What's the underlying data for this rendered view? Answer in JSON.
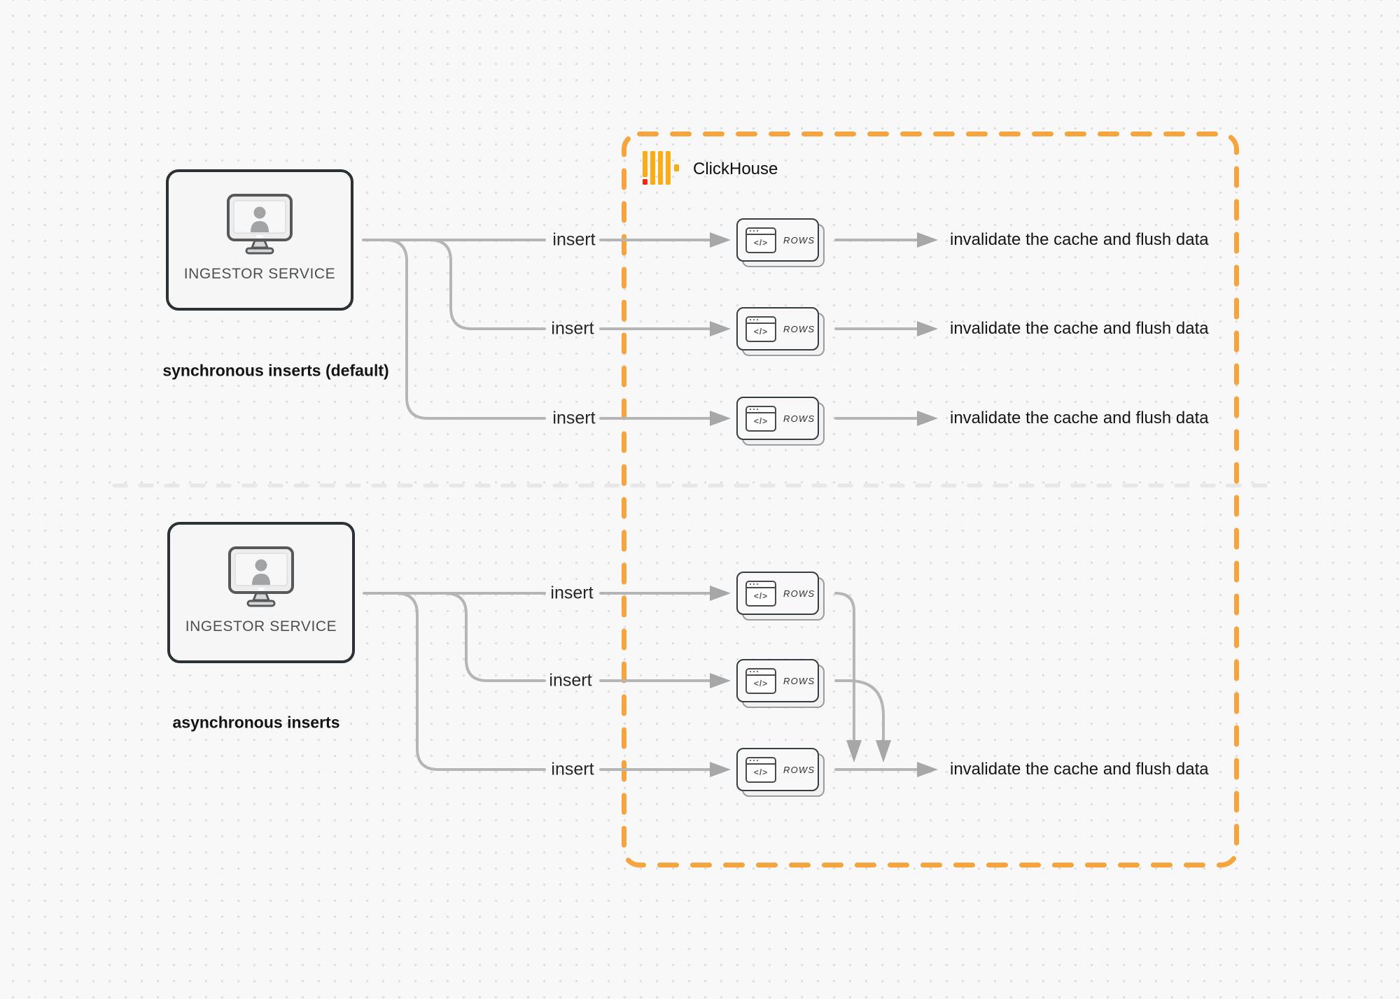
{
  "title": "ClickHouse synchronous vs asynchronous inserts diagram",
  "colors": {
    "background": "#f8f8f8",
    "dot_grid": "#e0e0e1",
    "boundary_orange": "#f6a53e",
    "logo_amber": "#faad19",
    "logo_red": "#f4270e",
    "connector_gray": "#b5b5b6",
    "arrowhead_gray": "#a7a7a8",
    "node_border_dark": "#2b3135",
    "divider_gray": "#e7e7e7",
    "text_dark": "#161616"
  },
  "clickhouse": {
    "wordmark": "ClickHouse"
  },
  "ingestor": {
    "label": "INGESTOR SERVICE"
  },
  "captions": {
    "sync": "synchronous inserts (default)",
    "async": "asynchronous inserts"
  },
  "edge_labels": {
    "insert": "insert"
  },
  "rows_node": {
    "label": "ROWS",
    "code_glyph": "</>"
  },
  "outcomes": {
    "invalidate": "invalidate the cache and flush data"
  },
  "icons": {
    "monitor_user_icon": "monitor-with-user-silhouette",
    "code_window_icon": "browser-window-with-code",
    "clickhouse_logo_icon": "clickhouse-bars"
  }
}
